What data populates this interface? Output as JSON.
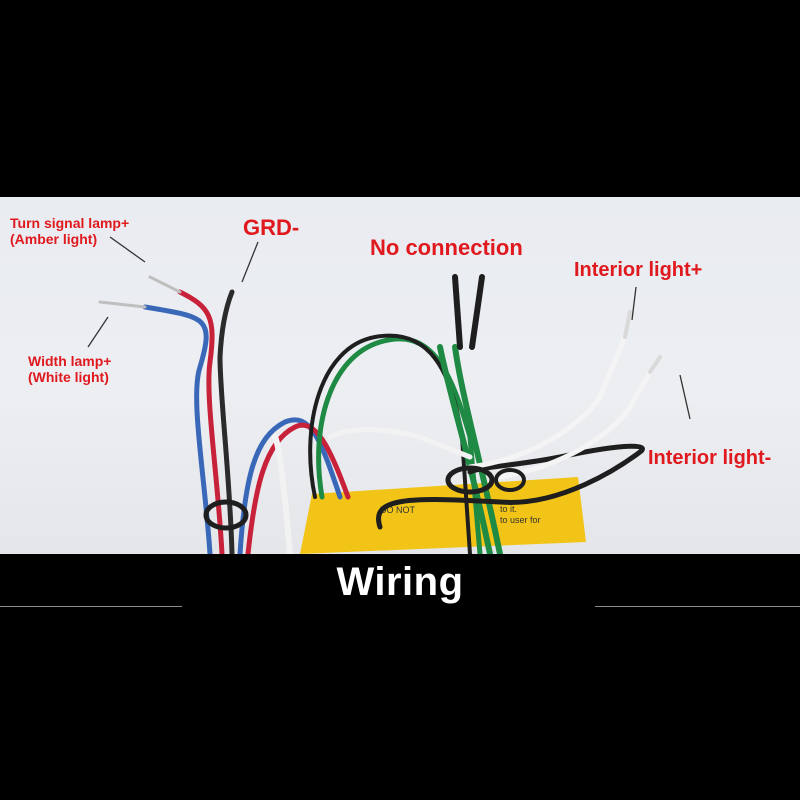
{
  "labels": {
    "turn_signal_line1": "Turn signal lamp+",
    "turn_signal_line2": "(Amber light)",
    "grd": "GRD-",
    "width_lamp_line1": "Width lamp+",
    "width_lamp_line2": "(White light)",
    "no_connection": "No connection",
    "interior_plus": "Interior light+",
    "interior_minus": "Interior light-"
  },
  "caption": "Wiring",
  "colors": {
    "label": "#e0191e",
    "caption": "#ffffff",
    "background": "#000000",
    "photo_background": "#eceef2"
  }
}
